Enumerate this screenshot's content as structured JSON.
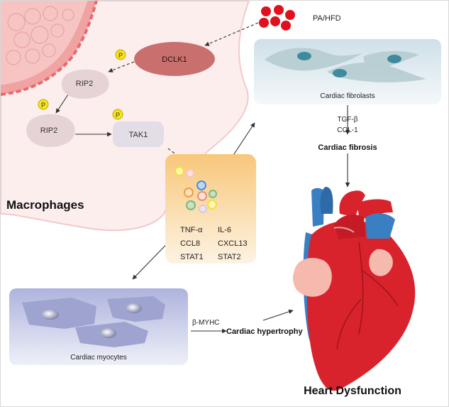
{
  "stimulus": {
    "label": "PA/HFD",
    "color": "#e0101e"
  },
  "cell": {
    "label": "Macrophages"
  },
  "nodes": {
    "dclk1": "DCLK1",
    "rip2_a": "RIP2",
    "rip2_b": "RIP2",
    "tak1": "TAK1",
    "phospho": "P"
  },
  "cytokines": {
    "items": [
      "TNF-α",
      "IL-6",
      "CCL8",
      "CXCL13",
      "STAT1",
      "STAT2"
    ]
  },
  "fibroblasts": {
    "label": "Cardiac fibrolasts",
    "markers": [
      "TGF-β",
      "COL-1"
    ],
    "outcome": "Cardiac fibrosis"
  },
  "myocytes": {
    "label": "Cardiac myocytes",
    "marker": "β-MYHC",
    "outcome": "Cardiac hypertrophy"
  },
  "heart": {
    "label": "Heart Dysfunction"
  },
  "colors": {
    "macrophage_fill": "#fdeeee",
    "dclk1_fill": "#c9706f",
    "node_fill": "#e6d3d6",
    "phospho_fill": "#f3e41c",
    "cytokine_panel": "#fbd9a0",
    "fibroblast_panel": "#dbe8ee",
    "myocyte_panel": "#c8cbe6",
    "heart_red": "#d8232c",
    "heart_blue": "#3b7fc3"
  }
}
